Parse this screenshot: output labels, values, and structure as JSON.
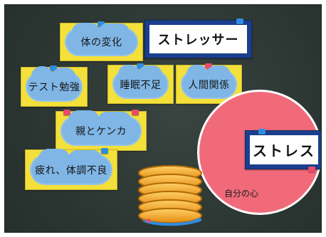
{
  "cards": [
    {
      "key": "body-change",
      "text": "体の変化"
    },
    {
      "key": "test-study",
      "text": "テスト勉強"
    },
    {
      "key": "lack-of-sleep",
      "text": "睡眠不足"
    },
    {
      "key": "relationships",
      "text": "人間関係"
    },
    {
      "key": "fight-with-parents",
      "text": "親とケンカ"
    },
    {
      "key": "fatigue",
      "text": "疲れ、体調不良"
    }
  ],
  "banners": {
    "stressor": "ストレッサー",
    "stress": "ストレス"
  },
  "balloon": {
    "label": "自分の心"
  },
  "colors": {
    "background": "#2f3a36",
    "card": "#f4e03a",
    "cloud": "#7fb6e6",
    "banner": "#1b3f8f",
    "balloon": "#f06a7a",
    "spring": "#f2a41a"
  }
}
